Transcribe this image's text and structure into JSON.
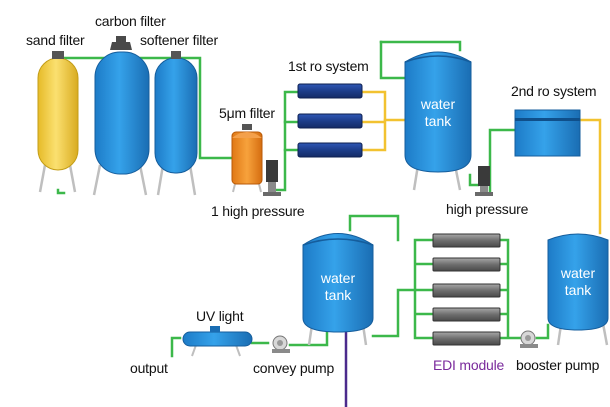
{
  "labels": {
    "sand_filter": "sand filter",
    "carbon_filter": "carbon filter",
    "softener_filter": "softener filter",
    "micron_filter": "5μm filter",
    "high_pressure_1": "1 high pressure",
    "ro1": "1st ro system",
    "ro2": "2nd ro system",
    "high_pressure_2": "high pressure",
    "tank_word_water": "water",
    "tank_word_tank": "tank",
    "uv_light": "UV light",
    "output": "output",
    "convey_pump": "convey pump",
    "edi_module": "EDI module",
    "booster_pump": "booster pump"
  },
  "colors": {
    "pipe_green": "#3cb84a",
    "pipe_yellow": "#f2c230",
    "pipe_purple": "#4b2a8c",
    "vessel_blue": "#2f8fd8",
    "vessel_dark": "#1a6db3",
    "sand_yellow": "#f5d24a",
    "filter_orange": "#f08a1e",
    "ro_navy": "#1f3f8f",
    "edi_gray": "#8a8a8a",
    "edi_label": "#7a2a9c",
    "legs_gray": "#bfbfbf"
  },
  "icons": [
    "pump-icon",
    "motor-icon",
    "filter-cap-icon"
  ]
}
